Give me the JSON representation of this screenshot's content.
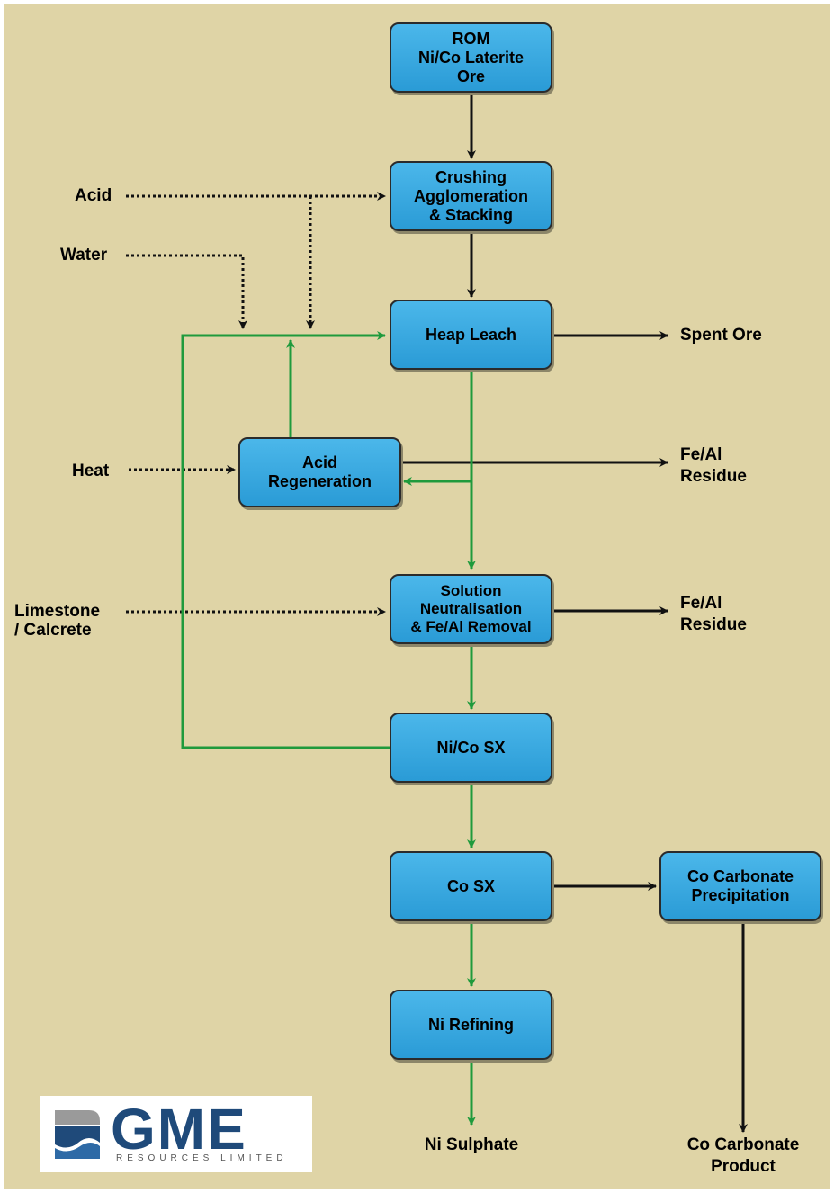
{
  "boxes": {
    "rom": [
      "ROM",
      "Ni/Co Laterite",
      "Ore"
    ],
    "crushing": [
      "Crushing",
      "Agglomeration",
      "& Stacking"
    ],
    "heap_leach": [
      "Heap Leach"
    ],
    "acid_regen": [
      "Acid",
      "Regeneration"
    ],
    "solution": [
      "Solution",
      "Neutralisation",
      "& Fe/Al Removal"
    ],
    "nico_sx": [
      "Ni/Co SX"
    ],
    "co_sx": [
      "Co SX"
    ],
    "co_carbonate": [
      "Co Carbonate",
      "Precipitation"
    ],
    "ni_refining": [
      "Ni Refining"
    ]
  },
  "inputs": {
    "acid": "Acid",
    "water": "Water",
    "heat": "Heat",
    "limestone": [
      "Limestone",
      "/ Calcrete"
    ]
  },
  "outputs": {
    "spent_ore": "Spent Ore",
    "fe_al_residue_1": [
      "Fe/Al",
      "Residue"
    ],
    "fe_al_residue_2": [
      "Fe/Al",
      "Residue"
    ],
    "ni_sulphate": "Ni Sulphate",
    "co_carbonate_product": [
      "Co Carbonate",
      "Product"
    ]
  },
  "logo": {
    "name": "GME",
    "subtitle": "RESOURCES LIMITED"
  },
  "colors": {
    "background": "#dfd4a6",
    "box_fill": "#35a7df",
    "green_flow": "#1f9a3c",
    "black_flow": "#111111"
  }
}
